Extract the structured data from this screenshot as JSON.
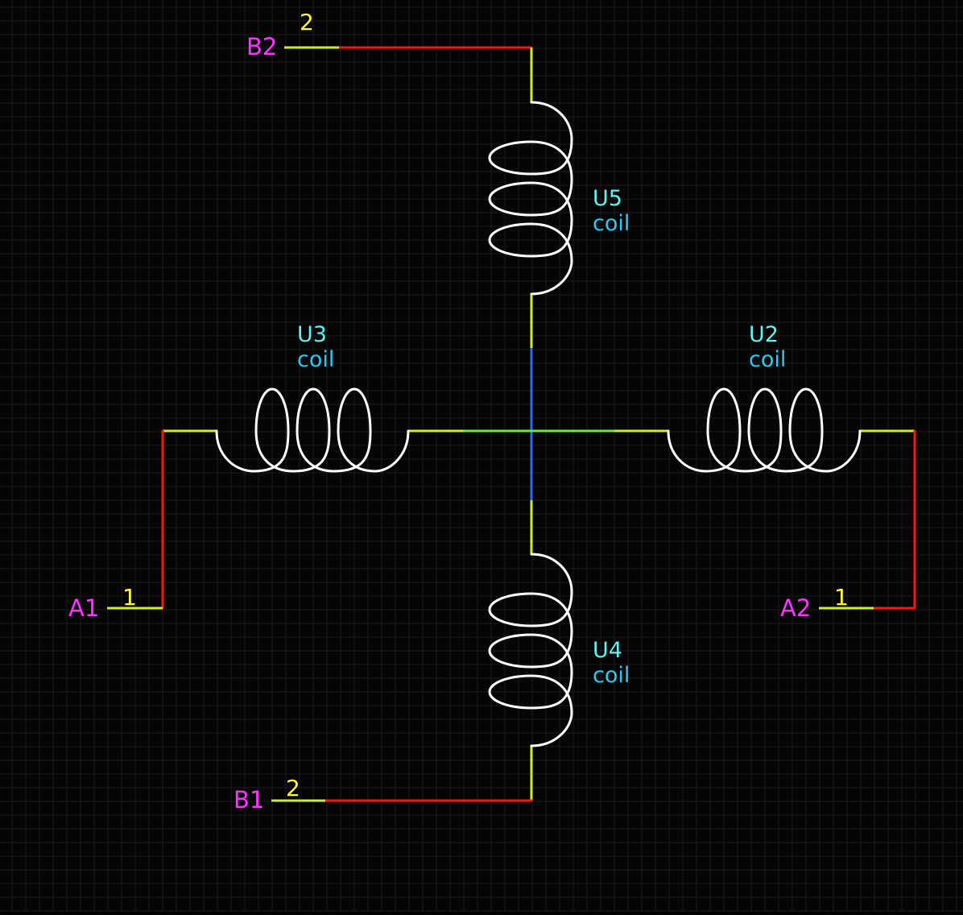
{
  "schematic": {
    "components": [
      {
        "designator": "U5",
        "value": "coil",
        "orientation": "vertical"
      },
      {
        "designator": "U3",
        "value": "coil",
        "orientation": "horizontal"
      },
      {
        "designator": "U2",
        "value": "coil",
        "orientation": "horizontal"
      },
      {
        "designator": "U4",
        "value": "coil",
        "orientation": "vertical"
      }
    ],
    "ports": [
      {
        "net": "B2",
        "pin": "2"
      },
      {
        "net": "A1",
        "pin": "1"
      },
      {
        "net": "A2",
        "pin": "1"
      },
      {
        "net": "B1",
        "pin": "2"
      }
    ],
    "colors": {
      "background": "#050505",
      "grid": "#1c1c1c",
      "pin_wire": "#ccee22",
      "net_wire_red": "#ff1111",
      "net_wire_green": "#66ee33",
      "net_wire_blue": "#3366ee",
      "coil": "#ffffff",
      "net_label": "#ff33ff",
      "pin_number": "#ffff33",
      "designator": "#5ef2f2",
      "value": "#2fc8f0"
    }
  }
}
